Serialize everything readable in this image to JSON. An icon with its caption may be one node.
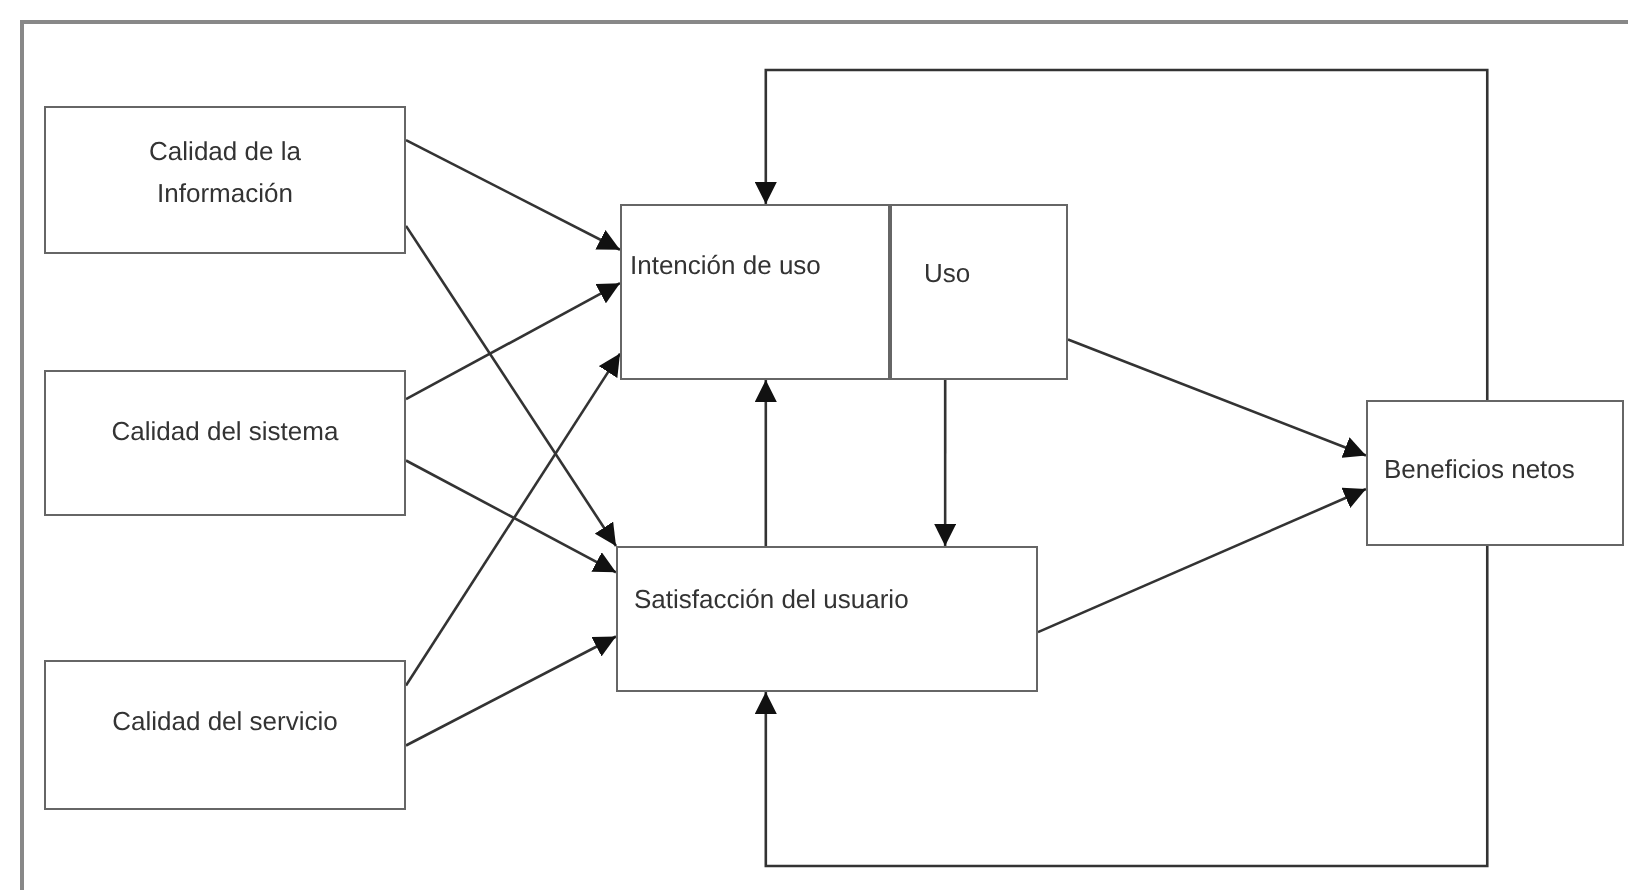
{
  "diagram": {
    "nodes": [
      {
        "text": [
          "Calidad de la Información"
        ]
      },
      {
        "text": [
          "Calidad del sistema"
        ]
      },
      {
        "text": [
          "Calidad del servicio"
        ]
      },
      {
        "text": [
          "Intención de uso"
        ]
      },
      {
        "text": [
          "Uso"
        ]
      },
      {
        "text": [
          "Satisfacción del usuario"
        ]
      },
      {
        "text": [
          "Beneficios netos"
        ]
      }
    ],
    "edges": [
      {
        "from": 0,
        "to": 3,
        "arrow": "to"
      },
      {
        "from": 1,
        "to": 3,
        "arrow": "to"
      },
      {
        "from": 2,
        "to": 3,
        "arrow": "to"
      },
      {
        "from": 0,
        "to": 5,
        "arrow": "to"
      },
      {
        "from": 1,
        "to": 5,
        "arrow": "to"
      },
      {
        "from": 2,
        "to": 5,
        "arrow": "to"
      },
      {
        "from": 5,
        "to": 3,
        "arrow": "to"
      },
      {
        "from": 4,
        "to": 5,
        "arrow": "to"
      },
      {
        "from": 4,
        "to": 6,
        "arrow": "to"
      },
      {
        "from": 5,
        "to": 6,
        "arrow": "to"
      },
      {
        "from": 6,
        "to": 3,
        "arrow": "to"
      },
      {
        "from": 6,
        "to": 5,
        "arrow": "to"
      }
    ]
  }
}
